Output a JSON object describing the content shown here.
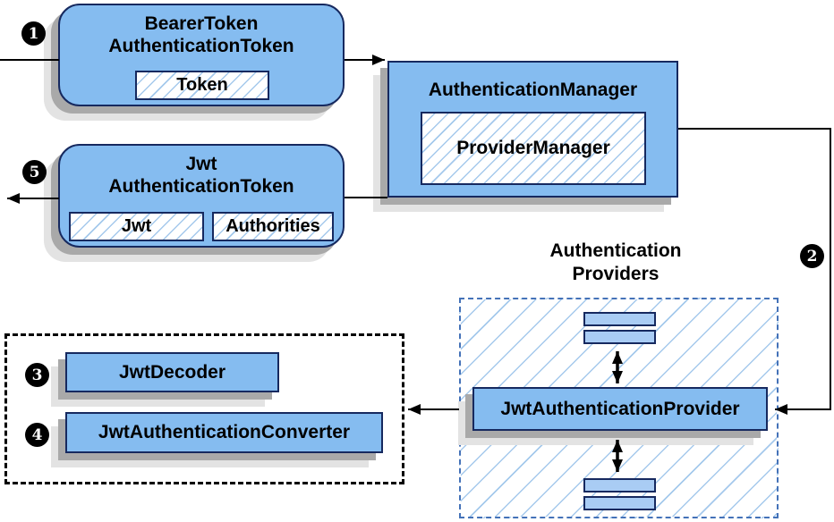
{
  "nodes": {
    "bearer_token": {
      "line1": "BearerToken",
      "line2": "AuthenticationToken",
      "inner": "Token"
    },
    "auth_manager": {
      "label": "AuthenticationManager",
      "inner": "ProviderManager"
    },
    "jwt_token": {
      "line1": "Jwt",
      "line2": "AuthenticationToken",
      "inner1": "Jwt",
      "inner2": "Authorities"
    },
    "providers_group": {
      "line1": "Authentication",
      "line2": "Providers"
    },
    "jwt_provider": {
      "label": "JwtAuthenticationProvider"
    },
    "jwt_decoder": {
      "label": "JwtDecoder"
    },
    "jwt_converter": {
      "label": "JwtAuthenticationConverter"
    }
  },
  "steps": {
    "s1": "1",
    "s2": "2",
    "s3": "3",
    "s4": "4",
    "s5": "5"
  },
  "colors": {
    "box-fill": "#85BCF0",
    "box-fill-light": "#A9CCF4",
    "border-navy": "#16295F",
    "hatch-line": "#A5C9EC",
    "dashed-blue": "#4472B8",
    "shadow-dark": "#A9A9A9",
    "shadow-light": "#E3E3E3",
    "line-black": "#000000"
  }
}
